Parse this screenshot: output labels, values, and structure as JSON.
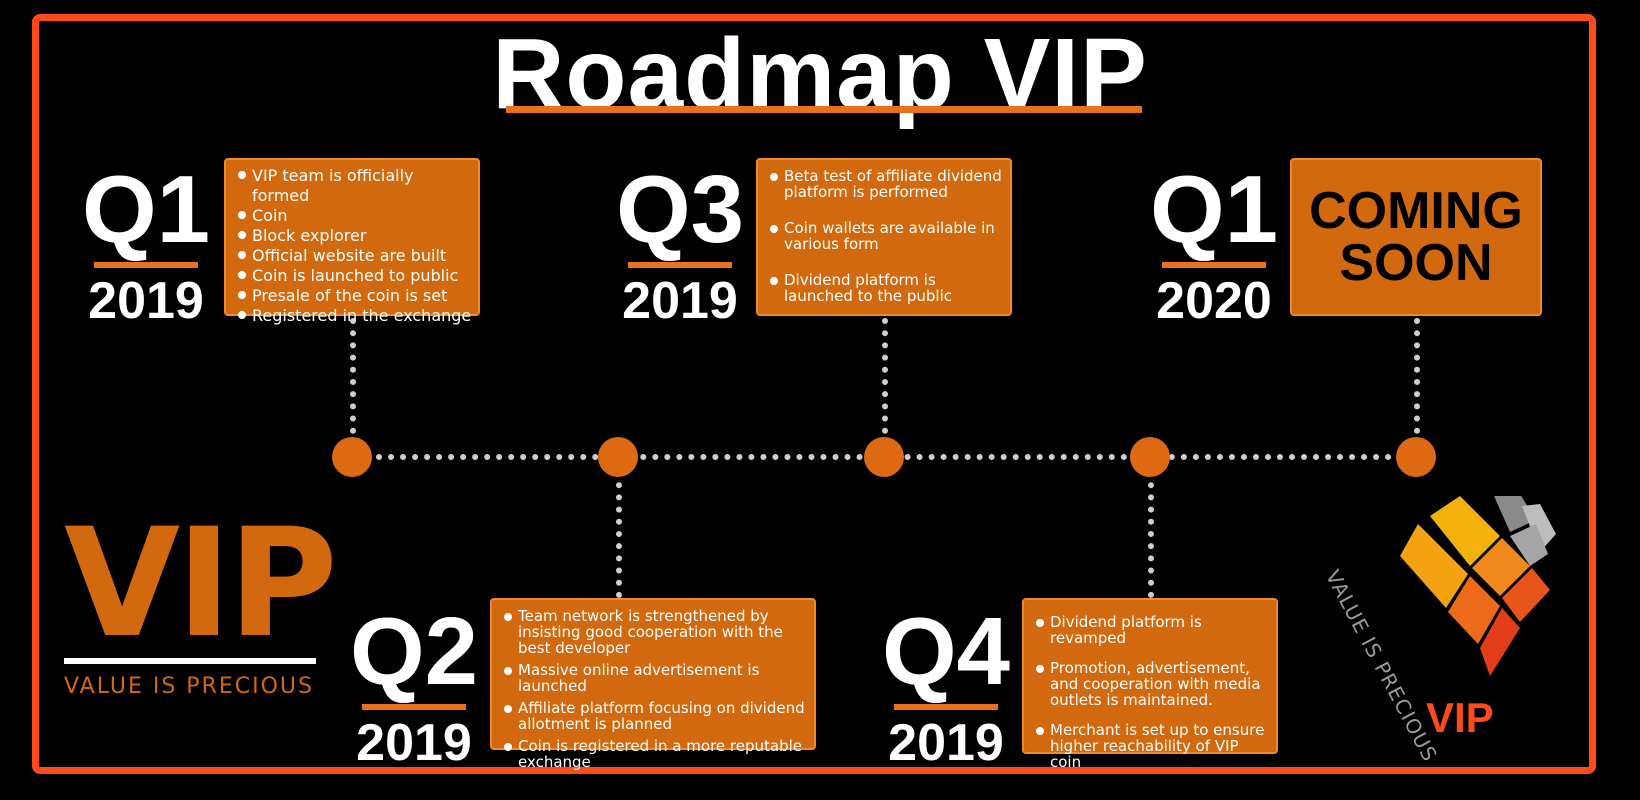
{
  "title": "Roadmap VIP",
  "colors": {
    "accent": "#e8711f",
    "box": "#d2690f",
    "frame": "#ff4a1a",
    "dots": "#cfcfcf"
  },
  "milestones": [
    {
      "quarter": "Q1",
      "year": "2019",
      "items": [
        "VIP team is officially formed",
        "Coin",
        "Block explorer",
        "Official website are built",
        "Coin is launched to public",
        "Presale of the coin is set",
        "Registered in the exchange"
      ]
    },
    {
      "quarter": "Q2",
      "year": "2019",
      "items": [
        "Team network is strengthened by insisting good cooperation with the best developer",
        "Massive online advertisement is launched",
        "Affiliate platform focusing on dividend allotment is planned",
        "Coin is registered in a more reputable exchange"
      ]
    },
    {
      "quarter": "Q3",
      "year": "2019",
      "items": [
        "Beta test of affiliate dividend platform is performed",
        "Coin wallets are available in various form",
        "Dividend platform is launched to the public"
      ]
    },
    {
      "quarter": "Q4",
      "year": "2019",
      "items": [
        "Dividend platform is revamped",
        "Promotion, advertisement, and cooperation with media outlets is maintained.",
        "Merchant is set up to ensure higher reachability of VIP coin"
      ]
    },
    {
      "quarter": "Q1",
      "year": "2020",
      "status": "COMING SOON"
    }
  ],
  "logos": {
    "left": {
      "wordmark": "VIP",
      "tagline": "VALUE IS PRECIOUS"
    },
    "right": {
      "wordmark": "VIP",
      "tagline": "VALUE IS PRECIOUS"
    }
  }
}
